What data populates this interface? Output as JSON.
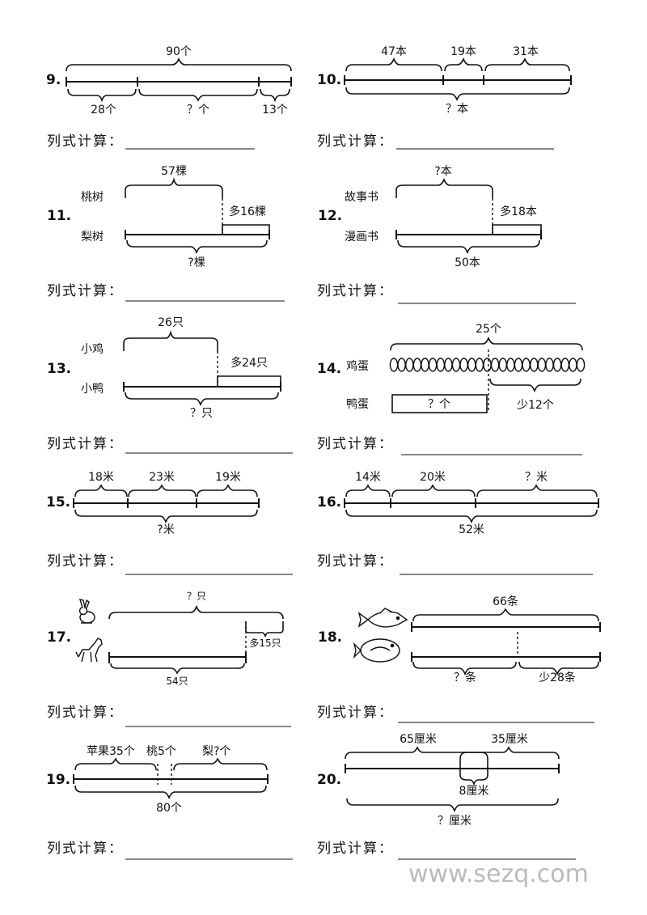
{
  "work_label": "列式计算：",
  "watermark": "www.sezq.com",
  "problems": [
    {
      "num": "9.",
      "total": "90个",
      "parts": [
        "28个",
        "？个",
        "13个"
      ]
    },
    {
      "num": "10.",
      "parts": [
        "47本",
        "19本",
        "31本"
      ],
      "total": "？本"
    },
    {
      "num": "11.",
      "row1": "桃树",
      "row2": "梨树",
      "top": "57棵",
      "more": "多16棵",
      "total": "?棵"
    },
    {
      "num": "12.",
      "row1": "故事书",
      "row2": "漫画书",
      "top": "?本",
      "more": "多18本",
      "total": "50本"
    },
    {
      "num": "13.",
      "row1": "小鸡",
      "row2": "小鸭",
      "top": "26只",
      "more": "多24只",
      "total": "？只"
    },
    {
      "num": "14.",
      "row1": "鸡蛋",
      "row2": "鸭蛋",
      "top": "25个",
      "box": "？个",
      "less": "少12个"
    },
    {
      "num": "15.",
      "parts": [
        "18米",
        "23米",
        "19米"
      ],
      "total": "?米"
    },
    {
      "num": "16.",
      "parts": [
        "14米",
        "20米",
        "？米"
      ],
      "total": "52米"
    },
    {
      "num": "17.",
      "top": "？只",
      "more": "多15只",
      "bottom": "54只",
      "icons": [
        "rabbit-icon",
        "dog-icon"
      ]
    },
    {
      "num": "18.",
      "top": "66条",
      "bottom_left": "？条",
      "less": "少28条",
      "icons": [
        "fish-icon",
        "flatfish-icon"
      ]
    },
    {
      "num": "19.",
      "parts": [
        "苹果35个",
        "桃5个",
        "梨?个"
      ],
      "total": "80个"
    },
    {
      "num": "20.",
      "parts": [
        "65厘米",
        "35厘米"
      ],
      "overlap": "8厘米",
      "total": "？厘米"
    }
  ]
}
